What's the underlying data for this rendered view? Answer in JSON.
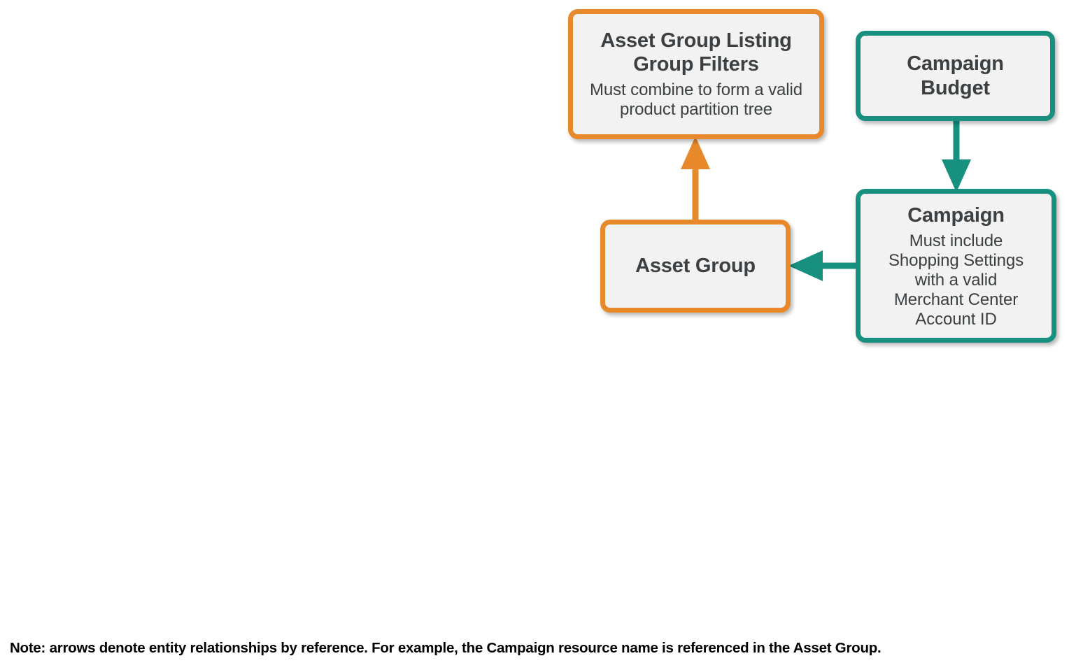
{
  "diagram": {
    "type": "entity-relationship",
    "background_color": "#FFFFFF",
    "colors": {
      "orange": "#E8892B",
      "teal": "#17907F",
      "node_fill": "#F1F2F1",
      "text": "#3C4043",
      "footnote_text": "#000000"
    },
    "nodes": [
      {
        "id": "asset-group-listing-group-filters",
        "title": "Asset Group Listing Group Filters",
        "subtitle": "Must combine to form a valid product partition tree",
        "color": "#E8892B"
      },
      {
        "id": "campaign-budget",
        "title": "Campaign Budget",
        "subtitle": "",
        "color": "#17907F"
      },
      {
        "id": "asset-group",
        "title": "Asset Group",
        "subtitle": "",
        "color": "#E8892B"
      },
      {
        "id": "campaign",
        "title": "Campaign",
        "subtitle": "Must include Shopping Settings with a valid Merchant Center Account ID",
        "color": "#17907F"
      }
    ],
    "edges": [
      {
        "id": "asset-group-to-filters",
        "from": "asset-group",
        "to": "asset-group-listing-group-filters",
        "direction": "up",
        "color": "#E8892B"
      },
      {
        "id": "budget-to-campaign",
        "from": "campaign-budget",
        "to": "campaign",
        "direction": "down",
        "color": "#17907F"
      },
      {
        "id": "campaign-to-asset-group",
        "from": "campaign",
        "to": "asset-group",
        "direction": "left",
        "color": "#17907F"
      }
    ],
    "footnote": "Note: arrows denote entity relationships by reference. For example, the Campaign resource name is referenced in the Asset Group."
  }
}
